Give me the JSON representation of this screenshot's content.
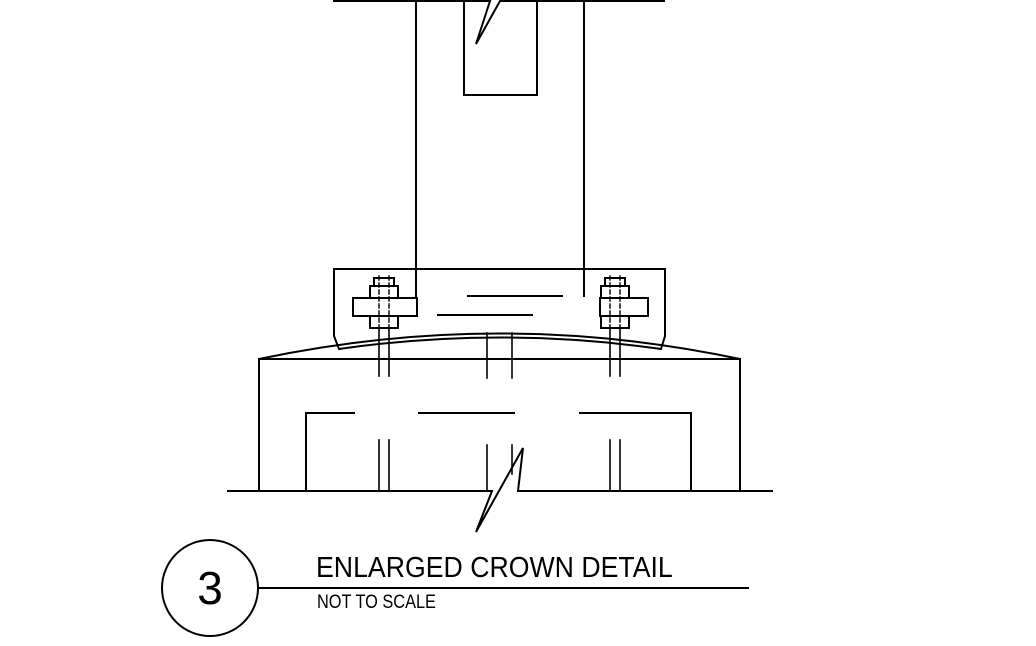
{
  "detail": {
    "number": "3",
    "title": "ENLARGED CROWN DETAIL",
    "scale_note": "NOT TO SCALE"
  }
}
